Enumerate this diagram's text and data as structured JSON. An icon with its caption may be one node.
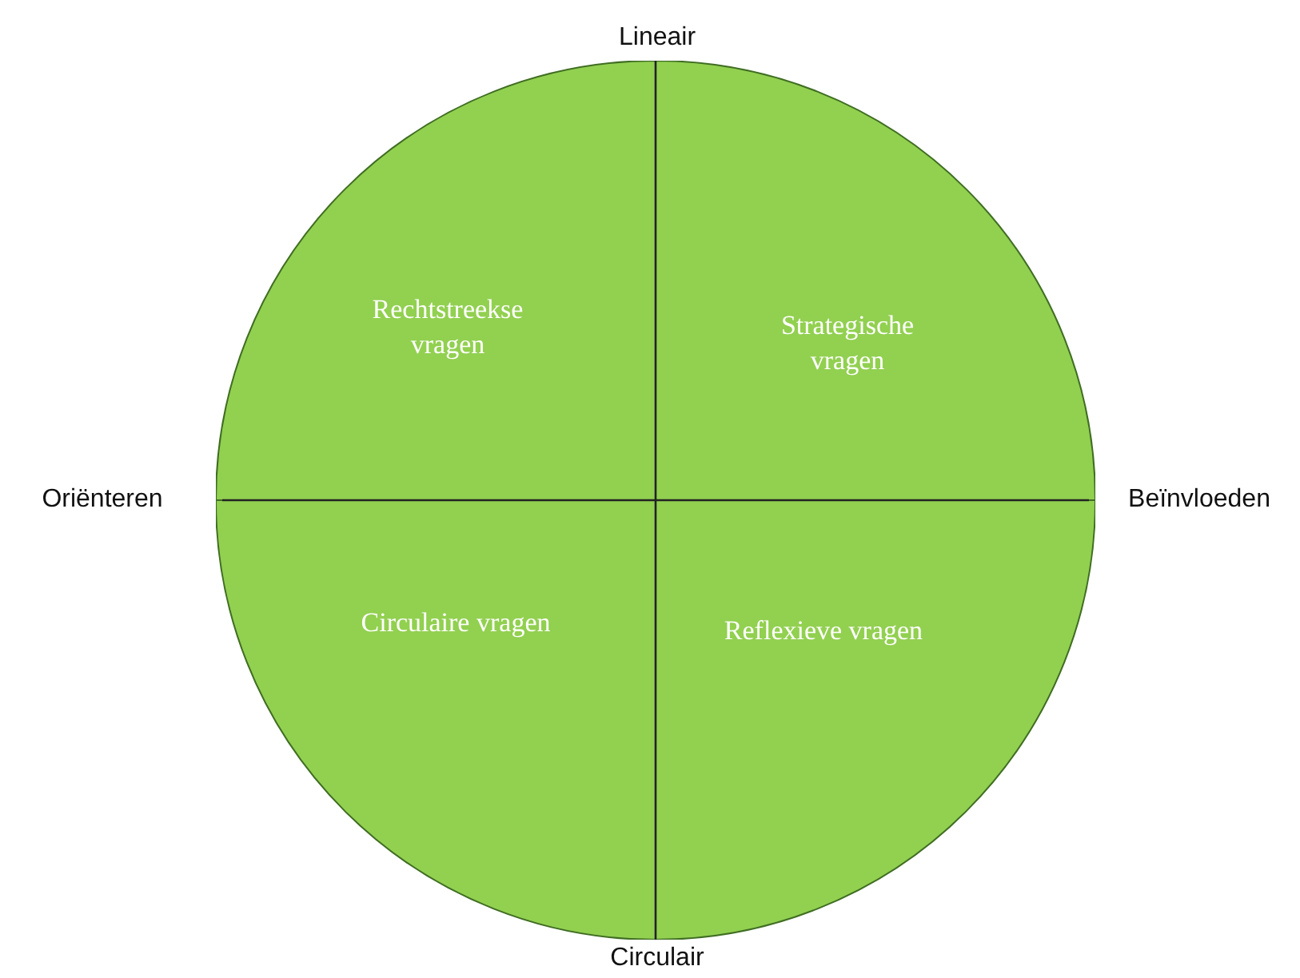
{
  "diagram": {
    "nodes": [
      {
        "text": [
          "Rechtstreekse vragen"
        ]
      },
      {
        "text": [
          "Strategische vragen"
        ]
      },
      {
        "text": [
          "Circulaire vragen"
        ]
      },
      {
        "text": [
          "Reflexieve vragen"
        ]
      }
    ],
    "labels": [
      "Lineair",
      "Oriënteren",
      "Beïnvloeden",
      "Circulair"
    ]
  }
}
